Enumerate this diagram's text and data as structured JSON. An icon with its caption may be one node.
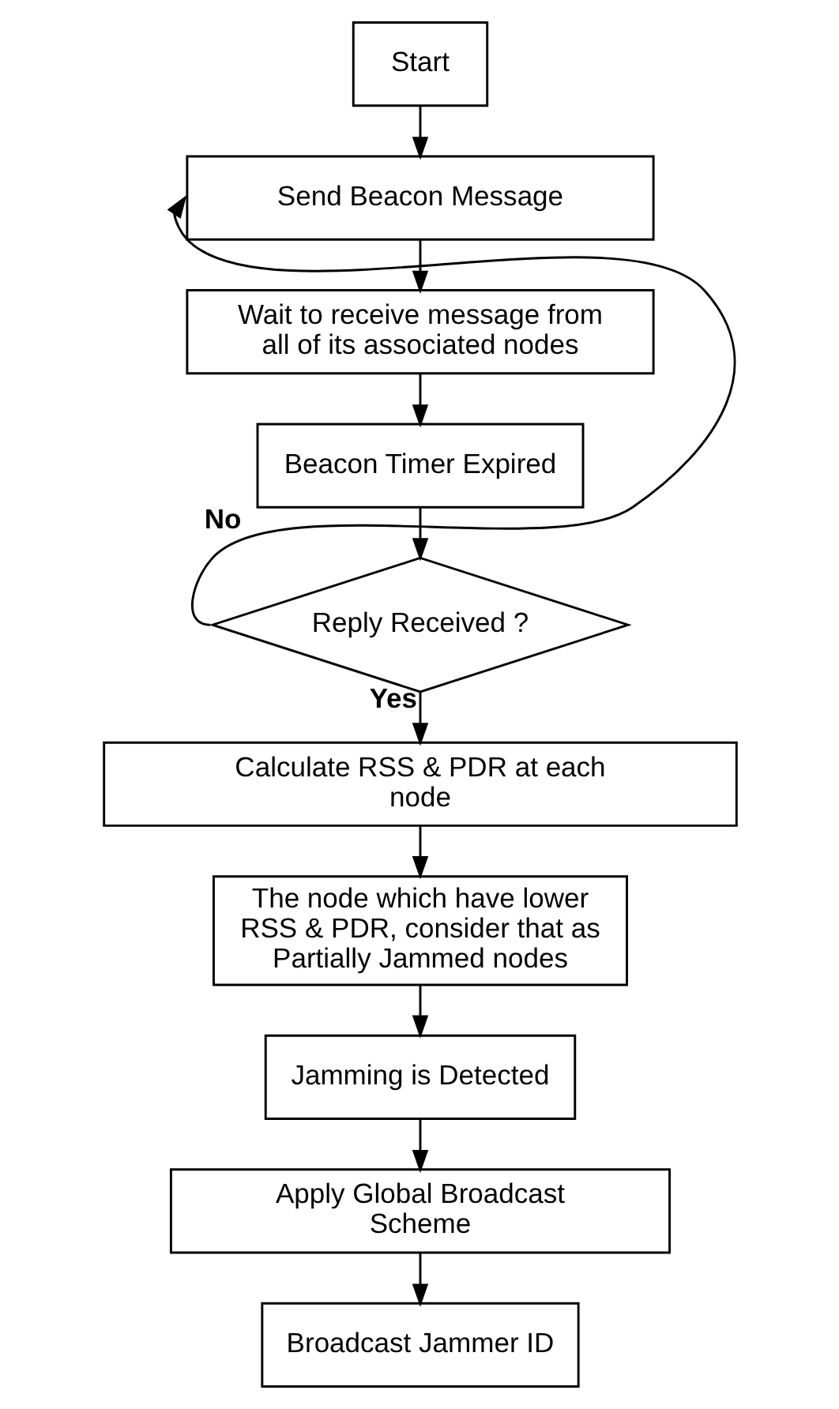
{
  "diagram": {
    "nodes": [
      {
        "text": [
          "Start"
        ]
      },
      {
        "text": [
          "Send Beacon Message"
        ]
      },
      {
        "text": [
          "Wait to receive message from all of its associated nodes"
        ]
      },
      {
        "text": [
          "Beacon Timer Expired"
        ]
      },
      {
        "text": [
          "Reply Received ?"
        ]
      },
      {
        "text": [
          "Calculate RSS & PDR at each node"
        ]
      },
      {
        "text": [
          "The node which have lower RSS & PDR, consider that as Partially Jammed nodes"
        ]
      },
      {
        "text": [
          "Jamming is Detected"
        ]
      },
      {
        "text": [
          "Apply Global Broadcast Scheme"
        ]
      },
      {
        "text": [
          "Broadcast Jammer ID"
        ]
      }
    ],
    "edges": [
      {
        "from": 0,
        "to": 1,
        "arrow": "to"
      },
      {
        "from": 1,
        "to": 2,
        "arrow": "to"
      },
      {
        "from": 2,
        "to": 3,
        "arrow": "to"
      },
      {
        "from": 3,
        "to": 4,
        "arrow": "to"
      },
      {
        "from": 4,
        "to": 1,
        "arrow": "to",
        "label": "No"
      },
      {
        "from": 4,
        "to": 5,
        "arrow": "to",
        "label": "Yes"
      },
      {
        "from": 5,
        "to": 6,
        "arrow": "to"
      },
      {
        "from": 6,
        "to": 7,
        "arrow": "to"
      },
      {
        "from": 7,
        "to": 8,
        "arrow": "to"
      },
      {
        "from": 8,
        "to": 9,
        "arrow": "to"
      }
    ]
  }
}
